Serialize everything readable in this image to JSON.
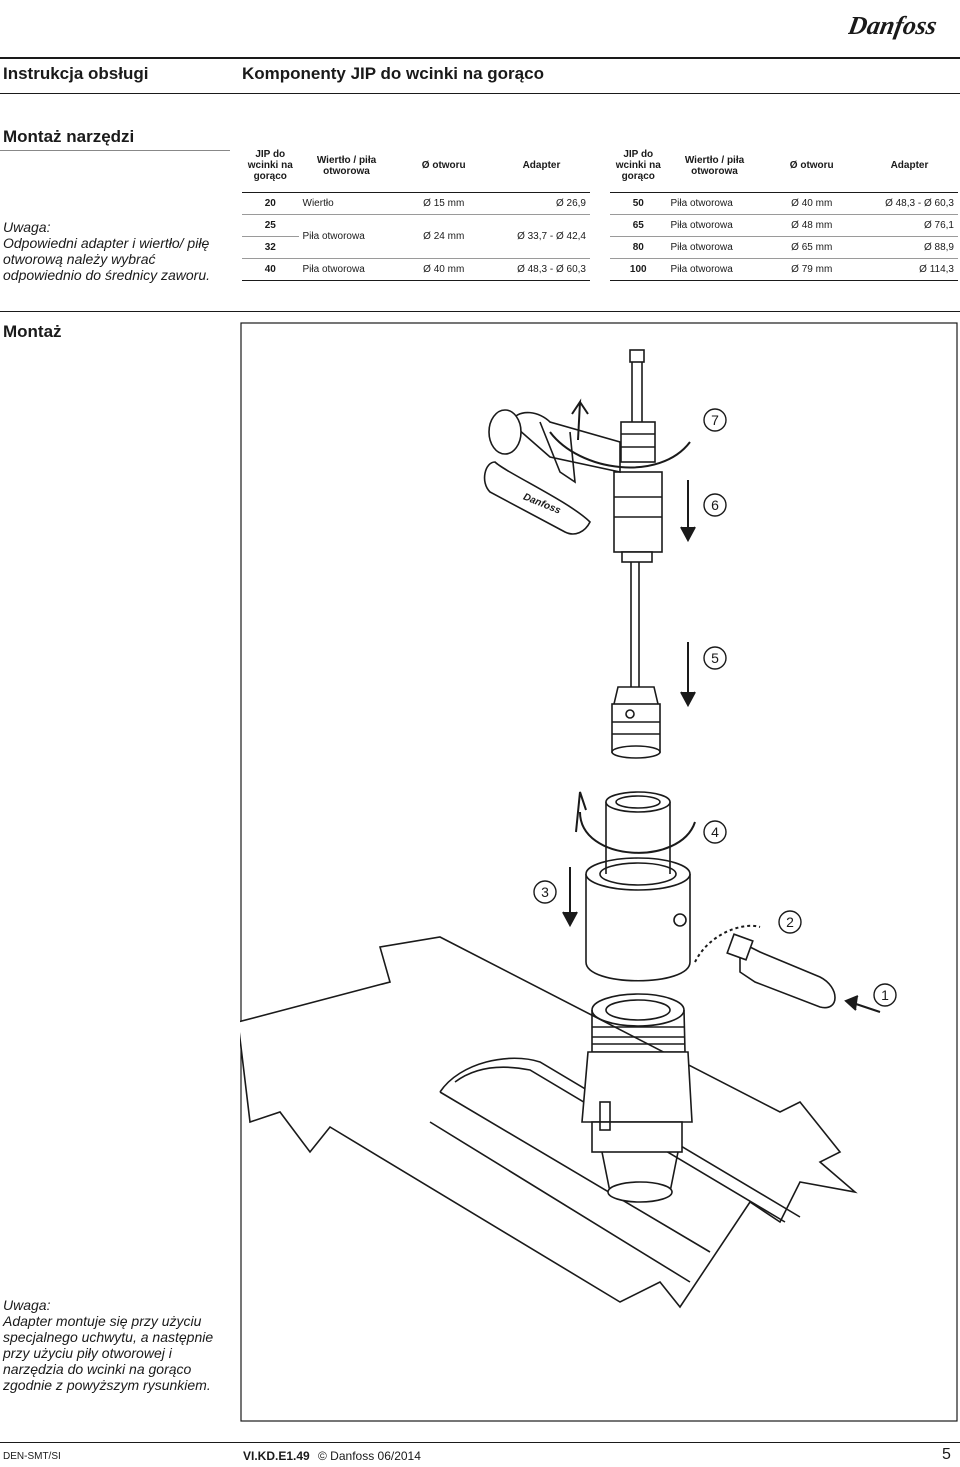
{
  "header": {
    "brand": "Danfoss",
    "left_title": "Instrukcja obsługi",
    "right_title": "Komponenty JIP do wcinki na gorąco"
  },
  "tool_section": {
    "title": "Montaż narzędzi",
    "note_label": "Uwaga:",
    "note_text": "Odpowiedni adapter i wiertło/ piłę otworową należy wybrać odpowiednio do średnicy zaworu."
  },
  "table_headers": {
    "col1": "JIP do wcinki na gorąco",
    "col2": "Wiertło / piła otworowa",
    "col3": "Ø otworu",
    "col4": "Adapter"
  },
  "table_left": {
    "r1": {
      "size": "20",
      "tool": "Wiertło",
      "hole": "Ø 15 mm",
      "adapter": "Ø 26,9"
    },
    "r2": {
      "size_a": "25",
      "size_b": "32",
      "tool": "Piła otworowa",
      "hole": "Ø 24 mm",
      "adapter": "Ø 33,7 - Ø 42,4"
    },
    "r3": {
      "size": "40",
      "tool": "Piła otworowa",
      "hole": "Ø 40 mm",
      "adapter": "Ø 48,3 - Ø 60,3"
    }
  },
  "table_right": {
    "r1": {
      "size": "50",
      "tool": "Piła otworowa",
      "hole": "Ø 40 mm",
      "adapter": "Ø 48,3 - Ø 60,3"
    },
    "r2": {
      "size": "65",
      "tool": "Piła otworowa",
      "hole": "Ø 48 mm",
      "adapter": "Ø 76,1"
    },
    "r3": {
      "size": "80",
      "tool": "Piła otworowa",
      "hole": "Ø 65 mm",
      "adapter": "Ø 88,9"
    },
    "r4": {
      "size": "100",
      "tool": "Piła otworowa",
      "hole": "Ø 79 mm",
      "adapter": "Ø 114,3"
    }
  },
  "mount_section": {
    "title": "Montaż",
    "step_labels": [
      "1",
      "2",
      "3",
      "4",
      "5",
      "6",
      "7"
    ],
    "note_label": "Uwaga:",
    "note_text": "Adapter montuje się przy użyciu specjalnego uchwytu, a następnie przy użyciu piły otworowej i narzędzia do wcinki na gorąco zgodnie z powyższym rysunkiem."
  },
  "footer": {
    "left": "DEN-SMT/SI",
    "code": "VI.KD.E1.49",
    "copyright": "© Danfoss 06/2014",
    "page": "5"
  }
}
